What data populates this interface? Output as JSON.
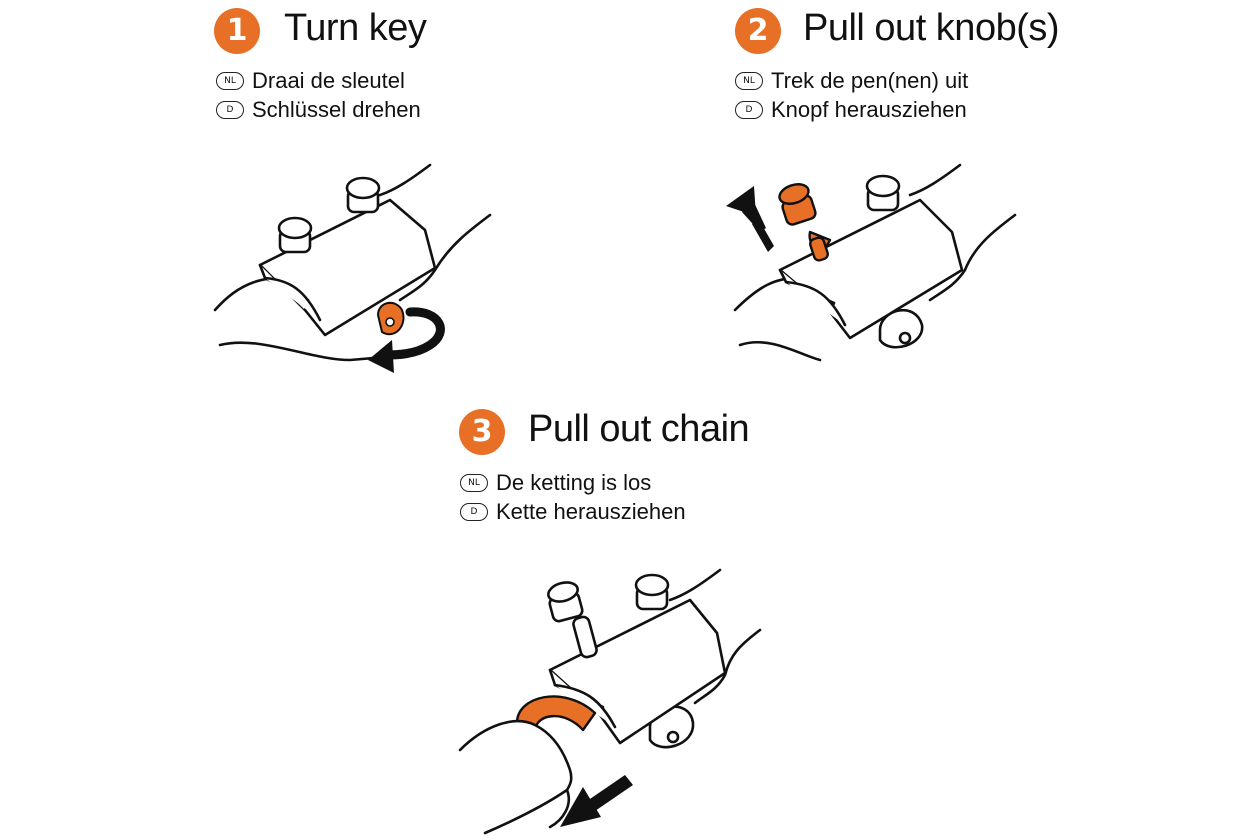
{
  "colors": {
    "accent": "#E86F26",
    "ink": "#111111",
    "background": "#ffffff"
  },
  "steps": [
    {
      "number": "1",
      "title": "Turn key",
      "lines": [
        {
          "lang": "NL",
          "text": "Draai de sleutel"
        },
        {
          "lang": "D",
          "text": "Schlüssel drehen"
        }
      ]
    },
    {
      "number": "2",
      "title": "Pull out knob(s)",
      "lines": [
        {
          "lang": "NL",
          "text": "Trek de pen(nen) uit"
        },
        {
          "lang": "D",
          "text": "Knopf herausziehen"
        }
      ]
    },
    {
      "number": "3",
      "title": "Pull out chain",
      "lines": [
        {
          "lang": "NL",
          "text": "De ketting is los"
        },
        {
          "lang": "D",
          "text": "Kette herausziehen"
        }
      ]
    }
  ]
}
